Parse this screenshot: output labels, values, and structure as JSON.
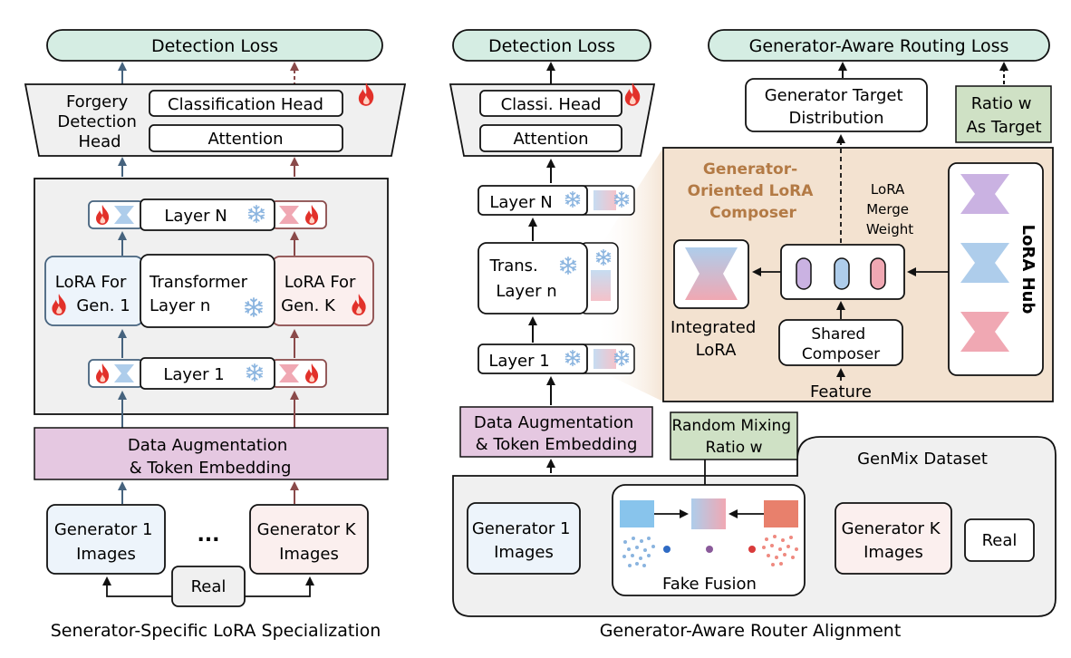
{
  "left": {
    "loss": "Detection Loss",
    "head_label": [
      "Forgery",
      "Detection",
      "Head"
    ],
    "classification_head": "Classification Head",
    "attention": "Attention",
    "layer_n": "Layer N",
    "layer_1": "Layer 1",
    "lora_gen1": [
      "LoRA For",
      "Gen. 1"
    ],
    "transformer": [
      "Transformer",
      "Layer n"
    ],
    "lora_genk": [
      "LoRA For",
      "Gen. K"
    ],
    "augment": [
      "Data Augmentation",
      "& Token Embedding"
    ],
    "gen1_images": [
      "Generator 1",
      "Images"
    ],
    "dots": "...",
    "genk_images": [
      "Generator K",
      "Images"
    ],
    "real": "Real",
    "caption": "Senerator-Specific LoRA  Specialization"
  },
  "right": {
    "loss": "Detection Loss",
    "classi_head": "Classi. Head",
    "attention": "Attention",
    "layer_n": "Layer N",
    "trans": [
      "Trans.",
      "Layer n"
    ],
    "layer_1": "Layer 1",
    "augment": [
      "Data Augmentation",
      "& Token Embedding"
    ],
    "routing_loss": "Generator-Aware Routing Loss",
    "target_dist": [
      "Generator Target",
      "Distribution"
    ],
    "ratio_target": [
      "Ratio w",
      "As Target"
    ],
    "composer_title": [
      "Generator-",
      "Oriented LoRA",
      "Composer"
    ],
    "merge_weight": [
      "LoRA",
      "Merge",
      "Weight"
    ],
    "lora_hub": "LoRA  Hub",
    "integrated": [
      "Integrated",
      "LoRA"
    ],
    "shared_composer": [
      "Shared",
      "Composer"
    ],
    "feature": "Feature",
    "random_mixing": [
      "Random Mixing",
      "Ratio  w"
    ],
    "genmix": "GenMix Dataset",
    "gen1_images": [
      "Generator 1",
      "Images"
    ],
    "genk_images": [
      "Generator K",
      "Images"
    ],
    "real": "Real",
    "fake_fusion": "Fake Fusion",
    "caption": "Generator-Aware Router Alignment"
  },
  "colors": {
    "mint": "#d5ede3",
    "gray_panel": "#f0f0f0",
    "purple": "#e5c8e1",
    "green": "#cfe1c5",
    "tan": "#f3e2d0",
    "lora_blue": "#aecdeb",
    "lora_pink": "#f0a8b3",
    "lora_purple": "#cab2e2",
    "blue_box": "#edf4fb",
    "pink_box": "#fbefee",
    "arrow_blue": "#46637e",
    "arrow_red": "#8a4a4a",
    "flame": "#e2312a",
    "snow": "#8ab4df"
  },
  "icons": [
    "fire-icon",
    "snowflake-icon",
    "arrow-icon"
  ]
}
